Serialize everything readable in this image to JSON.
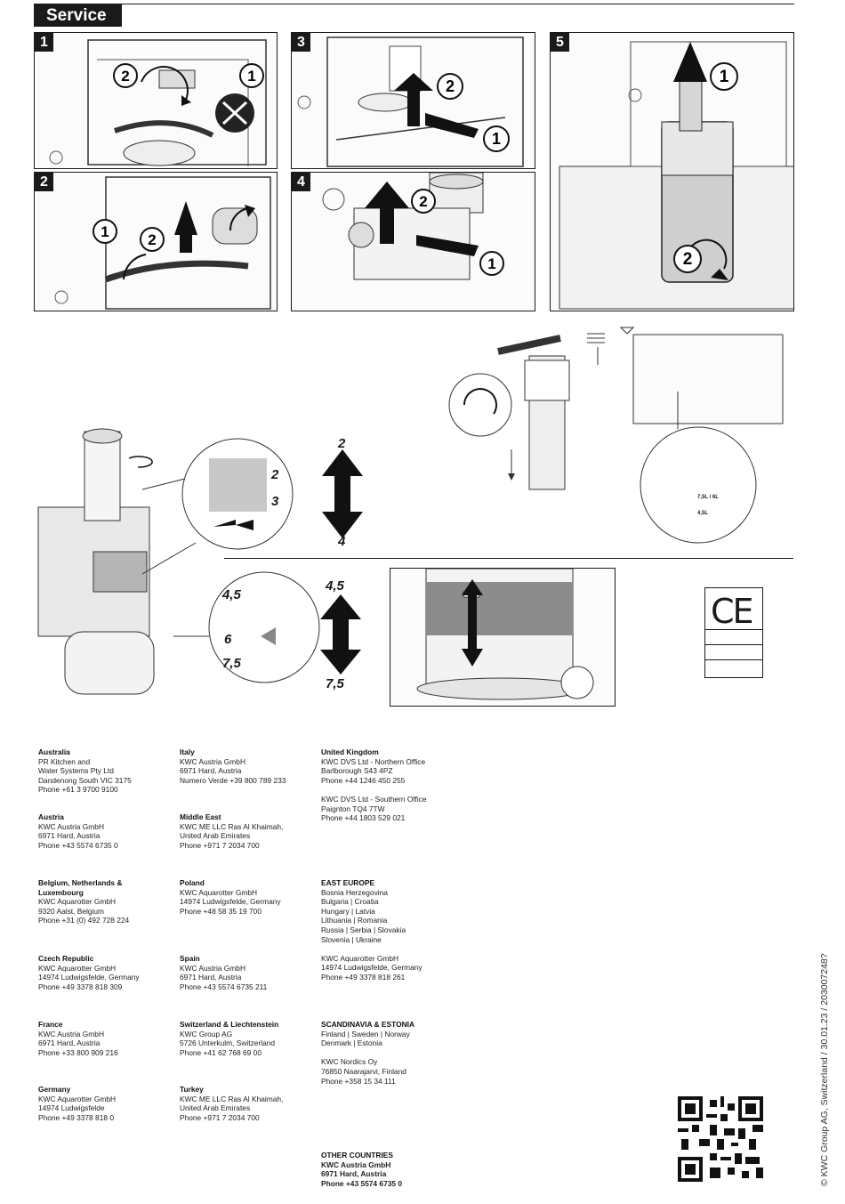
{
  "header": {
    "title": "Service"
  },
  "steps": {
    "panel_1": "1",
    "panel_2": "2",
    "panel_3": "3",
    "panel_4": "4",
    "panel_5": "5",
    "callout_1": "1",
    "callout_2": "2"
  },
  "adjustment": {
    "upper_top": "2",
    "upper_bottom": "4",
    "zoom_upper_2": "2",
    "zoom_upper_3": "3",
    "lower_top": "4,5",
    "lower_bottom": "7,5",
    "zoom_4_5": "4,5",
    "zoom_6": "6",
    "zoom_7_5": "7,5",
    "tank_small_label_1": "7,5L / 6L",
    "tank_small_label_2": "4,5L"
  },
  "ce_mark": "CE",
  "contacts": [
    {
      "name": "Australia",
      "lines": [
        "PR Kitchen and",
        "Water Systems Pty Ltd",
        "Dandenong South VIC 3175",
        "Phone +61 3 9700 9100"
      ]
    },
    {
      "name": "Austria",
      "lines": [
        "KWC Austria GmbH",
        "6971 Hard, Austria",
        "Phone +43 5574 6735 0"
      ]
    },
    {
      "name": "Belgium, Netherlands &",
      "name2": "Luxembourg",
      "lines": [
        "KWC Aquarotter GmbH",
        "9320 Aalst, Belgium",
        "Phone +31 (0) 492 728 224"
      ]
    },
    {
      "name": "Czech Republic",
      "lines": [
        "KWC Aquarotter GmbH",
        "14974 Ludwigsfelde, Germany",
        "Phone +49 3378 818 309"
      ]
    },
    {
      "name": "France",
      "lines": [
        "KWC Austria GmbH",
        "6971 Hard, Austria",
        "Phone +33 800 909 216"
      ]
    },
    {
      "name": "Germany",
      "lines": [
        "KWC Aquarotter GmbH",
        "14974 Ludwigsfelde",
        "Phone +49 3378 818 0"
      ]
    },
    {
      "name": "Italy",
      "lines": [
        "KWC Austria GmbH",
        "6971 Hard, Austria",
        "Numero Verde +39 800 789 233"
      ]
    },
    {
      "name": "Middle East",
      "lines": [
        "KWC ME LLC Ras Al Khaimah,",
        "United Arab Emirates",
        "Phone +971 7 2034 700"
      ]
    },
    {
      "name": "Poland",
      "lines": [
        "KWC Aquarotter GmbH",
        "14974 Ludwigsfelde, Germany",
        "Phone +48 58 35 19 700"
      ]
    },
    {
      "name": "Spain",
      "lines": [
        "KWC Austria GmbH",
        "6971 Hard, Austria",
        "Phone +43 5574 6735 211"
      ]
    },
    {
      "name": "Switzerland & Liechtenstein",
      "lines": [
        "KWC Group AG",
        "5726 Unterkulm, Switzerland",
        "Phone +41 62 768 69 00"
      ]
    },
    {
      "name": "Turkey",
      "lines": [
        "KWC ME LLC Ras Al Khaimah,",
        "United Arab Emirates",
        "Phone +971 7 2034 700"
      ]
    },
    {
      "name": "United Kingdom",
      "lines": [
        "KWC DVS Ltd - Northern Office",
        "Barlborough S43 4PZ",
        "Phone +44 1246 450 255",
        "",
        "KWC DVS Ltd - Southern Office",
        "Paignton TQ4 7TW",
        "Phone +44 1803 529 021"
      ]
    },
    {
      "name": "EAST EUROPE",
      "lines": [
        "Bosnia Herzegovina",
        "Bulgaria | Croatia",
        "Hungary | Latvia",
        "Lithuania | Romania",
        "Russia | Serbia | Slovakia",
        "Slovenia | Ukraine",
        "",
        "KWC Aquarotter GmbH",
        "14974 Ludwigsfelde, Germany",
        "Phone +49 3378 818 261"
      ]
    },
    {
      "name": "SCANDINAVIA & ESTONIA",
      "lines": [
        "Finland | Sweden | Norway",
        "Denmark | Estonia",
        "",
        "KWC Nordics Oy",
        "76850 Naarajarvi, Finland",
        "Phone +358 15 34 111"
      ]
    },
    {
      "name": "OTHER COUNTRIES",
      "lines": [
        "KWC Austria GmbH",
        "6971 Hard, Austria",
        "Phone +43 5574 6735 0"
      ]
    }
  ],
  "footer": {
    "copyright": "© KWC Group AG, Switzerland / 30.01.23 / 203007248?"
  }
}
